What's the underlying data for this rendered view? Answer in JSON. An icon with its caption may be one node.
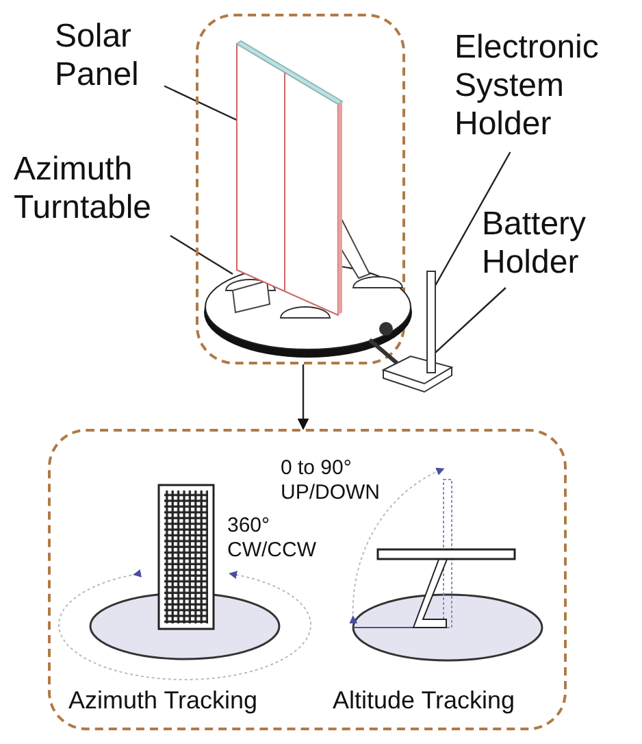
{
  "diagram": {
    "nodes": [
      {
        "text": [],
        "shape": "box"
      },
      {
        "text": [],
        "shape": "box"
      },
      {
        "text": [
          "Solar Panel"
        ]
      },
      {
        "text": [
          "Azimuth Turntable"
        ]
      },
      {
        "text": [
          "Electronic System Holder"
        ]
      },
      {
        "text": [
          "Battery Holder"
        ]
      },
      {
        "text": [],
        "shape": "picture",
        "in": 0
      },
      {
        "text": [],
        "shape": "picture",
        "in": 0
      },
      {
        "text": [],
        "shape": "bar"
      },
      {
        "text": [],
        "shape": "picture"
      }
    ],
    "edges": [
      {
        "from": 0,
        "to": 1,
        "arrow": "to"
      },
      {
        "from": 2,
        "to": 6,
        "arrow": "none"
      },
      {
        "from": 3,
        "to": 7,
        "arrow": "none"
      },
      {
        "from": 4,
        "to": 8,
        "arrow": "none"
      },
      {
        "from": 5,
        "to": 9,
        "arrow": "none"
      }
    ],
    "labels": [
      "0 to 90° UP/DOWN",
      "360° CW/CCW",
      "Azimuth Tracking",
      "Altitude Tracking"
    ]
  }
}
